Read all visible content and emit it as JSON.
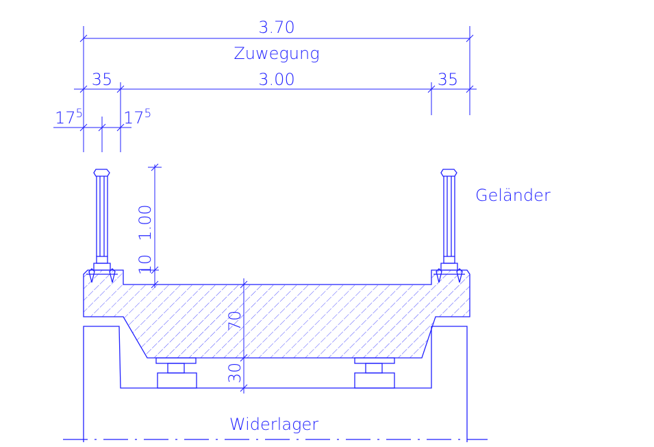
{
  "dimensions": {
    "total_width": "3.70",
    "walkway_label": "Zuwegung",
    "left_part": "35",
    "clear_width": "3.00",
    "right_part": "35",
    "half_left": "17",
    "half_right": "17",
    "superscript": "5",
    "railing_height": "1.00",
    "curb_height": "10",
    "slab_thickness": "70",
    "bearing_height": "30"
  },
  "labels": {
    "railing": "Geländer",
    "abutment": "Widerlager"
  },
  "colors": {
    "line": "#1f1fff",
    "background": "#ffffff"
  }
}
